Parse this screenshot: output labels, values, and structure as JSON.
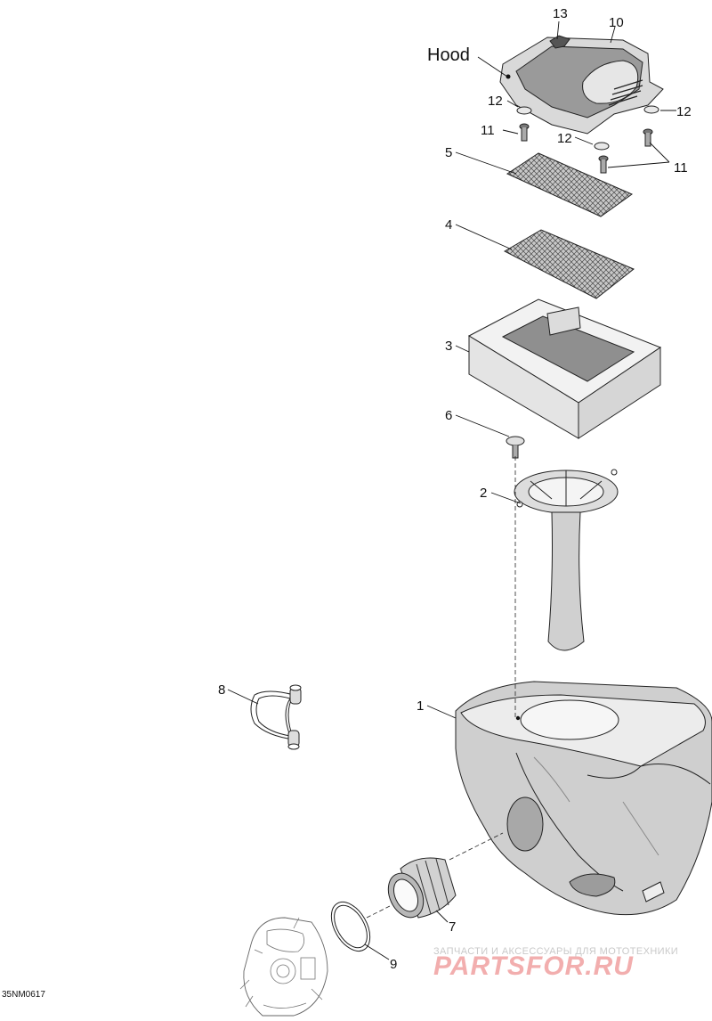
{
  "labels": {
    "hood": "Hood",
    "p1": "1",
    "p2": "2",
    "p3": "3",
    "p4": "4",
    "p5": "5",
    "p6": "6",
    "p7": "7",
    "p8": "8",
    "p9": "9",
    "p10": "10",
    "p11a": "11",
    "p11b": "11",
    "p12a": "12",
    "p12b": "12",
    "p12c": "12",
    "p13": "13"
  },
  "drawing_code": "35NM0617",
  "watermark": {
    "tagline": "ЗАПЧАСТИ И АКСЕССУАРЫ ДЛЯ МОТОТЕХНИКИ",
    "brand": "PARTSFOR.RU"
  }
}
